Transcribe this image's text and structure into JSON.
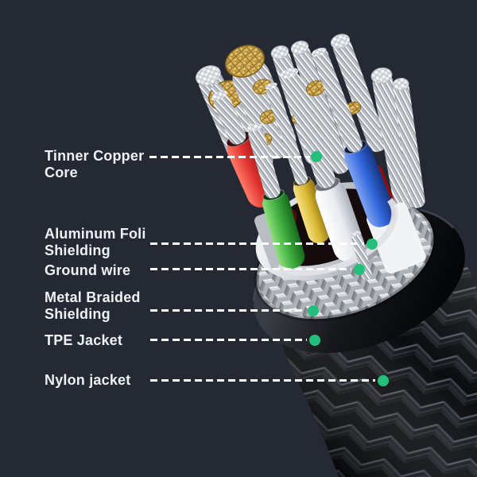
{
  "diagram": {
    "title": "Cable internal structure diagram",
    "background_color": "#242933",
    "label_color": "#eef1f4",
    "leader_line_color": "#ffffff",
    "marker": {
      "name": "callout-dot",
      "color": "#23c07c"
    },
    "callouts": [
      {
        "id": "tinner-copper-core",
        "label": "Tinner Copper\nCore"
      },
      {
        "id": "aluminum-foli-shielding",
        "label": "Aluminum Foli\nShielding"
      },
      {
        "id": "ground-wire",
        "label": "Ground wire"
      },
      {
        "id": "metal-braided-shielding",
        "label": "Metal Braided\nShielding"
      },
      {
        "id": "tpe-jacket",
        "label": "TPE Jacket"
      },
      {
        "id": "nylon-jacket",
        "label": "Nylon jacket"
      }
    ],
    "part_colors": {
      "copper_core": "#d7b25a",
      "wire_red": "#e23430",
      "wire_green": "#43b141",
      "wire_yellow": "#d9b832",
      "wire_white": "#e9ebef",
      "wire_blue": "#3166dc",
      "aluminum_foil": "#c3c7cd",
      "metal_braid": "#aeb2b9",
      "tpe_jacket": "#17181c",
      "nylon_jacket": "#0b0c0f"
    }
  }
}
